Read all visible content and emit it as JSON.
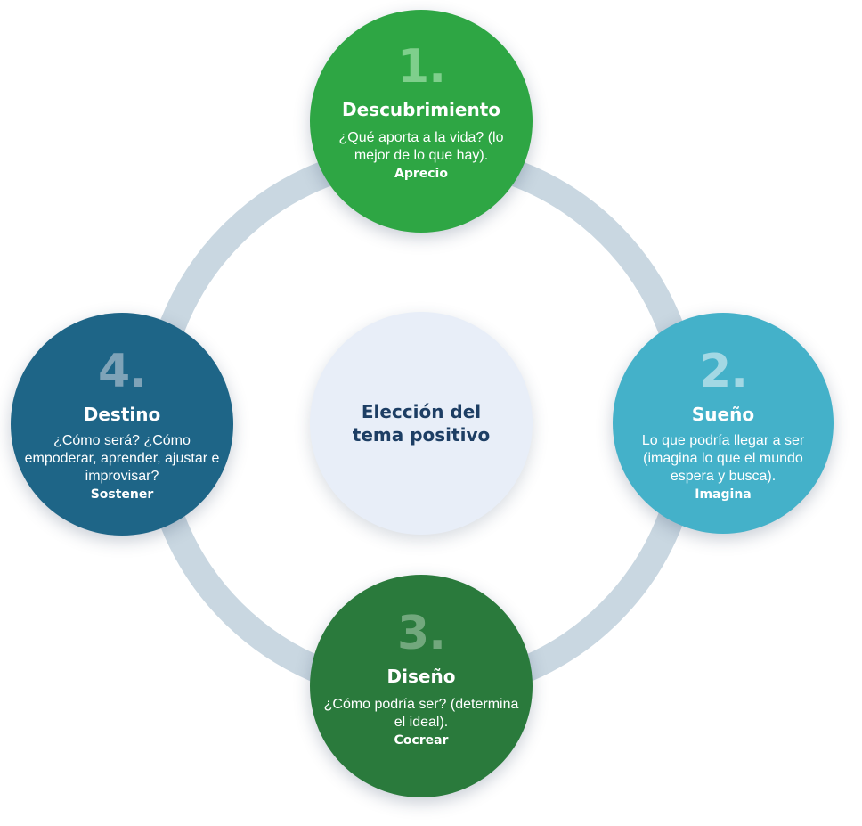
{
  "center": {
    "label": "Elección del tema positivo"
  },
  "stages": [
    {
      "number": "1.",
      "title": "Descubrimiento",
      "description": "¿Qué aporta a la vida? (lo mejor de lo que hay).",
      "keyword": "Aprecio",
      "color": "#2ea644"
    },
    {
      "number": "2.",
      "title": "Sueño",
      "description": "Lo que podría llegar a ser (imagina lo que el mundo espera y busca).",
      "keyword": "Imagina",
      "color": "#44b1c9"
    },
    {
      "number": "3.",
      "title": "Diseño",
      "description": "¿Cómo podría ser? (determina el ideal).",
      "keyword": "Cocrear",
      "color": "#2a7a3c"
    },
    {
      "number": "4.",
      "title": "Destino",
      "description": "¿Cómo será? ¿Cómo empoderar, aprender, ajustar e improvisar?",
      "keyword": "Sostener",
      "color": "#1e6587"
    }
  ],
  "ring_color": "#c9d7e1"
}
